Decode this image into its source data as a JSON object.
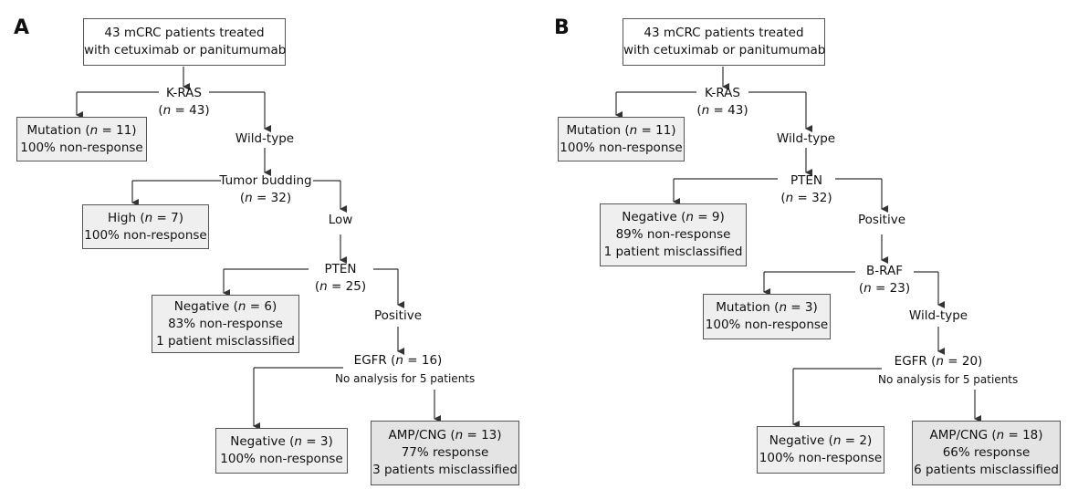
{
  "panels": [
    {
      "label": "A",
      "start": {
        "line1": "43 mCRC patients treated",
        "line2": "with cetuximab or panitumumab"
      },
      "kras": {
        "name": "K-RAS",
        "count": "(n = 43)"
      },
      "kras_mutation": {
        "line1": "Mutation (n = 11)",
        "line2": "100% non-response"
      },
      "kras_wt": "Wild-type",
      "tb": {
        "name": "Tumor budding",
        "count": "(n = 32)"
      },
      "tb_high": {
        "line1": "High (n = 7)",
        "line2": "100% non-response"
      },
      "tb_low": "Low",
      "pten": {
        "name": "PTEN",
        "count": "(n = 25)"
      },
      "pten_negative": {
        "line1": "Negative (n = 6)",
        "line2": "83% non-response",
        "line3": "1 patient misclassified"
      },
      "pten_positive": "Positive",
      "egfr": {
        "name": "EGFR (n = 16)",
        "note": "No analysis for 5 patients"
      },
      "egfr_negative": {
        "line1": "Negative (n = 3)",
        "line2": "100% non-response"
      },
      "egfr_amp": {
        "line1": "AMP/CNG (n = 13)",
        "line2": "77% response",
        "line3": "3 patients misclassified"
      }
    },
    {
      "label": "B",
      "start": {
        "line1": "43 mCRC patients treated",
        "line2": "with cetuximab or panitumumab"
      },
      "kras": {
        "name": "K-RAS",
        "count": "(n = 43)"
      },
      "kras_mutation": {
        "line1": "Mutation (n = 11)",
        "line2": "100% non-response"
      },
      "kras_wt": "Wild-type",
      "pten": {
        "name": "PTEN",
        "count": "(n = 32)"
      },
      "pten_negative": {
        "line1": "Negative (n = 9)",
        "line2": "89% non-response",
        "line3": "1 patient misclassified"
      },
      "pten_positive": "Positive",
      "braf": {
        "name": "B-RAF",
        "count": "(n = 23)"
      },
      "braf_mutation": {
        "line1": "Mutation (n = 3)",
        "line2": "100% non-response"
      },
      "braf_wt": "Wild-type",
      "egfr": {
        "name": "EGFR (n = 20)",
        "note": "No analysis for 5 patients"
      },
      "egfr_negative": {
        "line1": "Negative (n = 2)",
        "line2": "100% non-response"
      },
      "egfr_amp": {
        "line1": "AMP/CNG (n = 18)",
        "line2": "66% response",
        "line3": "6 patients misclassified"
      }
    }
  ]
}
